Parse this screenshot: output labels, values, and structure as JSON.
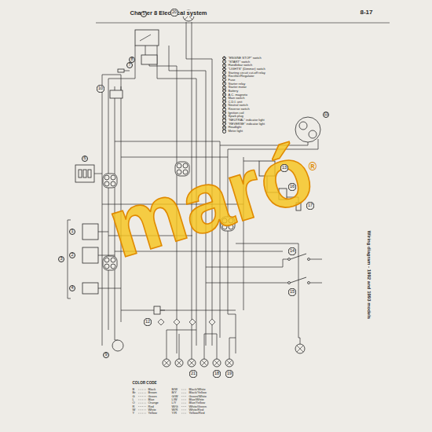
{
  "diagram": {
    "title": "Chapter 8 Electrical system",
    "caption": "Wiring diagram - 1992 and 1993 models",
    "nodes": [
      {
        "text": [
          "1"
        ]
      },
      {
        "text": [
          "2"
        ]
      },
      {
        "text": [
          "3"
        ]
      },
      {
        "text": [
          "4"
        ]
      },
      {
        "text": [
          "5"
        ]
      },
      {
        "text": [
          "6"
        ]
      },
      {
        "text": [
          "7"
        ]
      },
      {
        "text": [
          "8"
        ]
      },
      {
        "text": [
          "9"
        ]
      },
      {
        "text": [
          "10"
        ]
      },
      {
        "text": [
          "11"
        ]
      },
      {
        "text": [
          "12"
        ]
      },
      {
        "text": [
          "13"
        ]
      },
      {
        "text": [
          "14"
        ]
      },
      {
        "text": [
          "15"
        ]
      },
      {
        "text": [
          "16"
        ]
      },
      {
        "text": [
          "17"
        ]
      },
      {
        "text": [
          "18"
        ]
      },
      {
        "text": [
          "19"
        ]
      },
      {
        "text": [
          "20"
        ]
      },
      {
        "text": [
          "21"
        ]
      },
      {
        "text": [
          "1"
        ]
      },
      {
        "text": [
          "2"
        ]
      },
      {
        "text": [
          "3"
        ]
      },
      {
        "text": [
          "4"
        ]
      },
      {
        "text": [
          "5"
        ]
      },
      {
        "text": [
          "6"
        ]
      },
      {
        "text": [
          "7"
        ]
      },
      {
        "text": [
          "8"
        ]
      },
      {
        "text": [
          "9"
        ]
      },
      {
        "text": [
          "10"
        ]
      },
      {
        "text": [
          "11"
        ]
      },
      {
        "text": [
          "12"
        ]
      },
      {
        "text": [
          "13"
        ]
      },
      {
        "text": [
          "14"
        ]
      },
      {
        "text": [
          "15"
        ]
      },
      {
        "text": [
          "16"
        ]
      },
      {
        "text": [
          "17"
        ]
      },
      {
        "text": [
          "18"
        ]
      },
      {
        "text": [
          "19"
        ]
      },
      {
        "text": [
          "20"
        ]
      },
      {
        "text": [
          "21"
        ]
      }
    ],
    "labels": [
      "8-17",
      "\"ENGINE STOP\" switch",
      "\"START\" switch",
      "Handlebar switch",
      "\"LIGHTS\" (Dimmer) switch",
      "Starting circuit cut-off relay",
      "Rectifier/Regulator",
      "Fuse",
      "Starter relay",
      "Starter motor",
      "Battery",
      "A.C. magneto",
      "Main switch",
      "C.D.I. unit",
      "Neutral switch",
      "Reverse switch",
      "Ignition coil",
      "Spark plug",
      "\"NEUTRAL\" indicator light",
      "\"REVERSE\" indicator light",
      "Headlight",
      "Meter light",
      "COLOR CODE",
      "B",
      "Black",
      "Br",
      "Brown",
      "G",
      "Green",
      "L",
      "Blue",
      "O",
      "Orange",
      "R",
      "Red",
      "W",
      "White",
      "Y",
      "Yellow",
      "B/W",
      "Black/White",
      "B/Y",
      "Black/Yellow",
      "G/W",
      "Green/White",
      "L/W",
      "Blue/White",
      "L/Y",
      "Blue/Yellow",
      "W/G",
      "White/Green",
      "W/R",
      "White/Red",
      "Y/R",
      "Yellow/Red",
      "maró",
      "®"
    ]
  }
}
